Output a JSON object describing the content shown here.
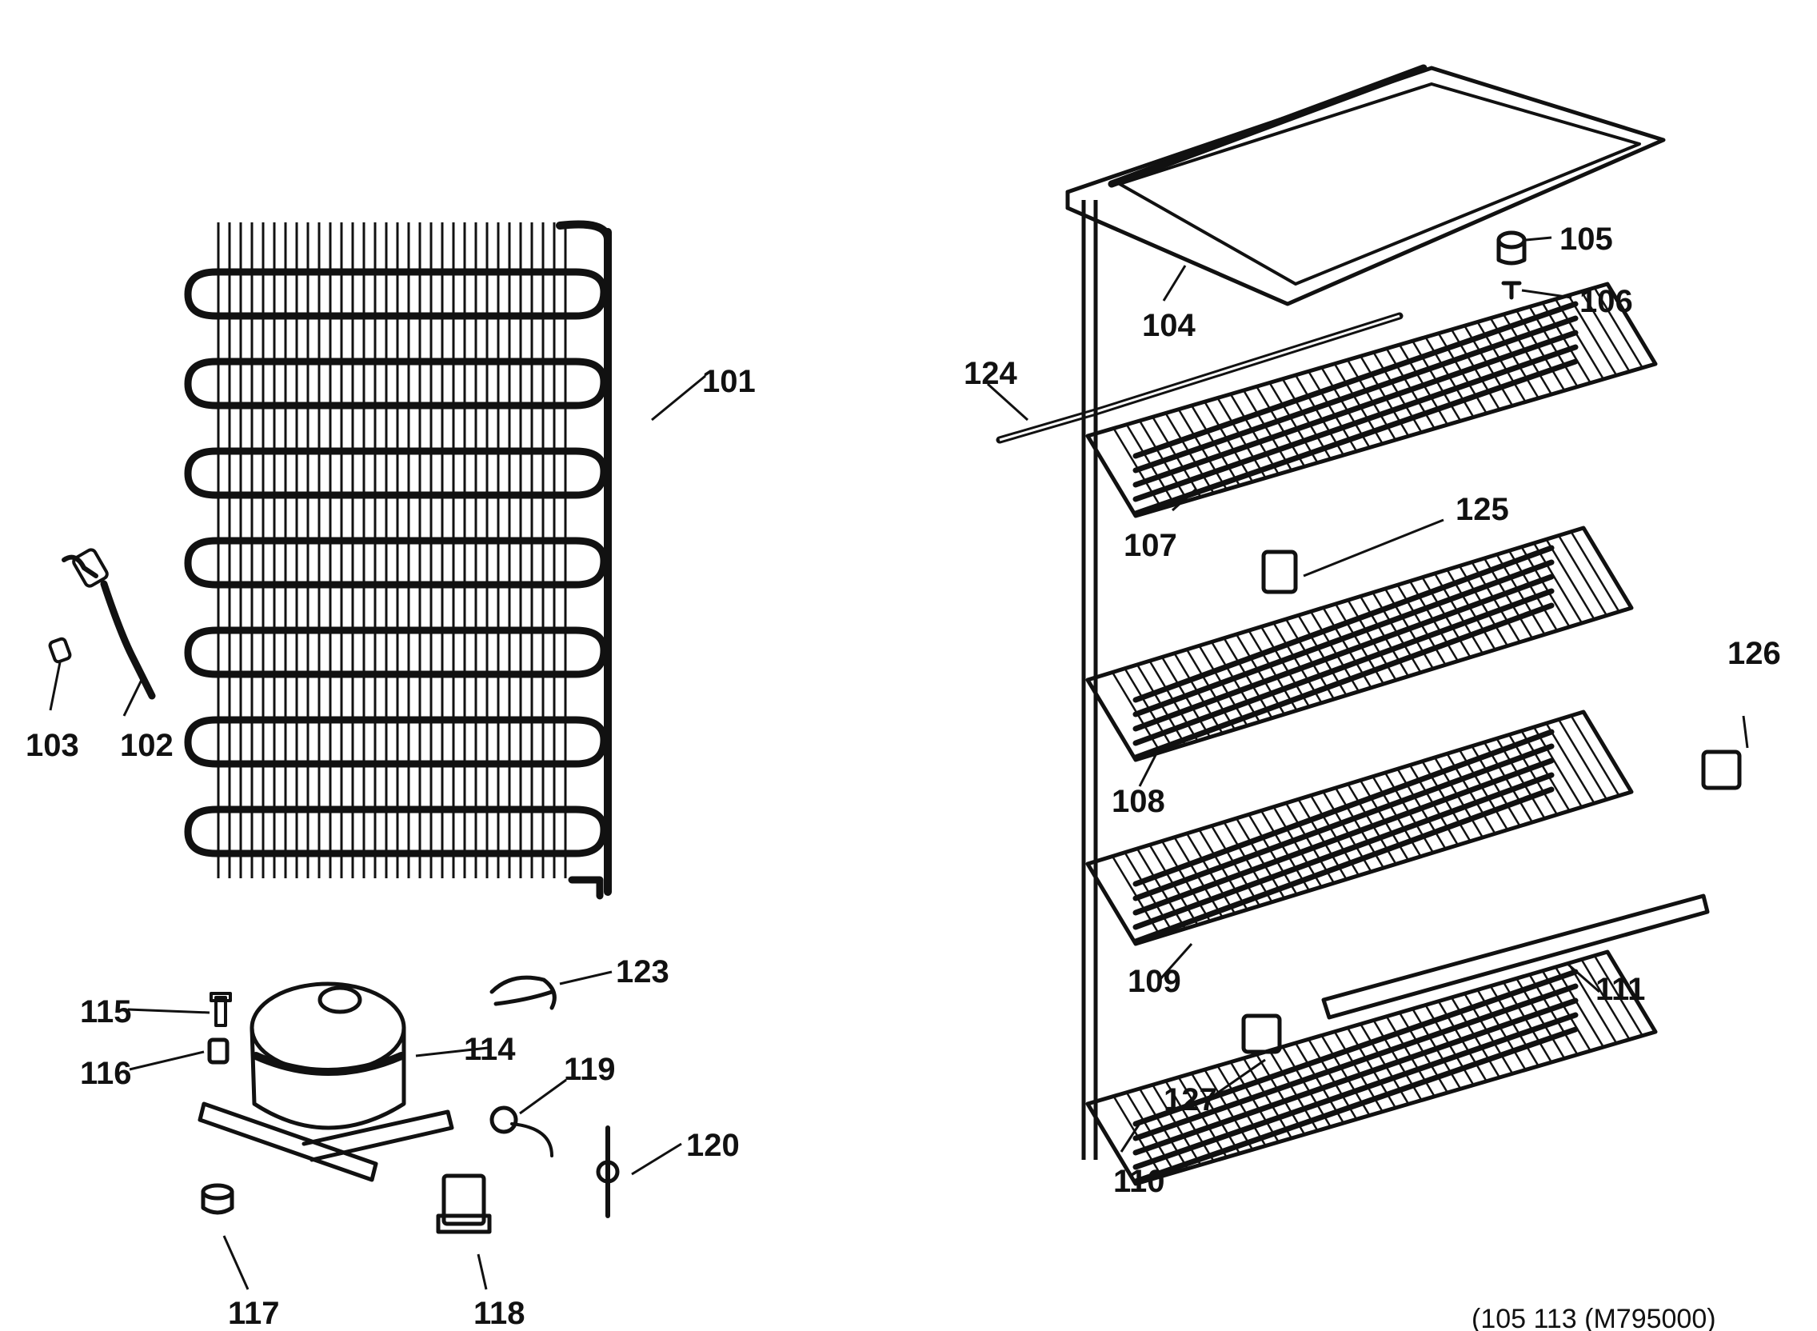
{
  "diagram": {
    "parts": [
      {
        "num": "101",
        "name": "condenser"
      },
      {
        "num": "102",
        "name": "power-cord"
      },
      {
        "num": "103",
        "name": "wire-connector"
      },
      {
        "num": "104",
        "name": "evaporator-top-plate"
      },
      {
        "num": "105",
        "name": "spacer"
      },
      {
        "num": "106",
        "name": "screw"
      },
      {
        "num": "107",
        "name": "evaporator-shelf"
      },
      {
        "num": "108",
        "name": "evaporator-shelf"
      },
      {
        "num": "109",
        "name": "evaporator-shelf"
      },
      {
        "num": "110",
        "name": "evaporator-shelf"
      },
      {
        "num": "111",
        "name": "shelf-front-trim"
      },
      {
        "num": "114",
        "name": "compressor"
      },
      {
        "num": "115",
        "name": "bolt"
      },
      {
        "num": "116",
        "name": "grommet-sleeve"
      },
      {
        "num": "117",
        "name": "grommet"
      },
      {
        "num": "118",
        "name": "relay"
      },
      {
        "num": "119",
        "name": "overload-protector"
      },
      {
        "num": "120",
        "name": "clip"
      },
      {
        "num": "123",
        "name": "clamp"
      },
      {
        "num": "124",
        "name": "tubing"
      },
      {
        "num": "125",
        "name": "shelf-clip"
      },
      {
        "num": "126",
        "name": "shelf-clip"
      },
      {
        "num": "127",
        "name": "shelf-clip"
      }
    ],
    "footer_text": "(105 113 (M795000)"
  },
  "colors": {
    "ink": "#111111",
    "paper": "#ffffff"
  }
}
